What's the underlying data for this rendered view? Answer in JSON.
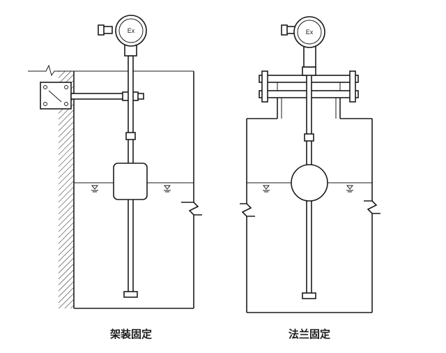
{
  "diagrams": [
    {
      "caption": "架装固定",
      "transmitter_label": "Ex"
    },
    {
      "caption": "法兰固定",
      "transmitter_label": "Ex"
    }
  ]
}
